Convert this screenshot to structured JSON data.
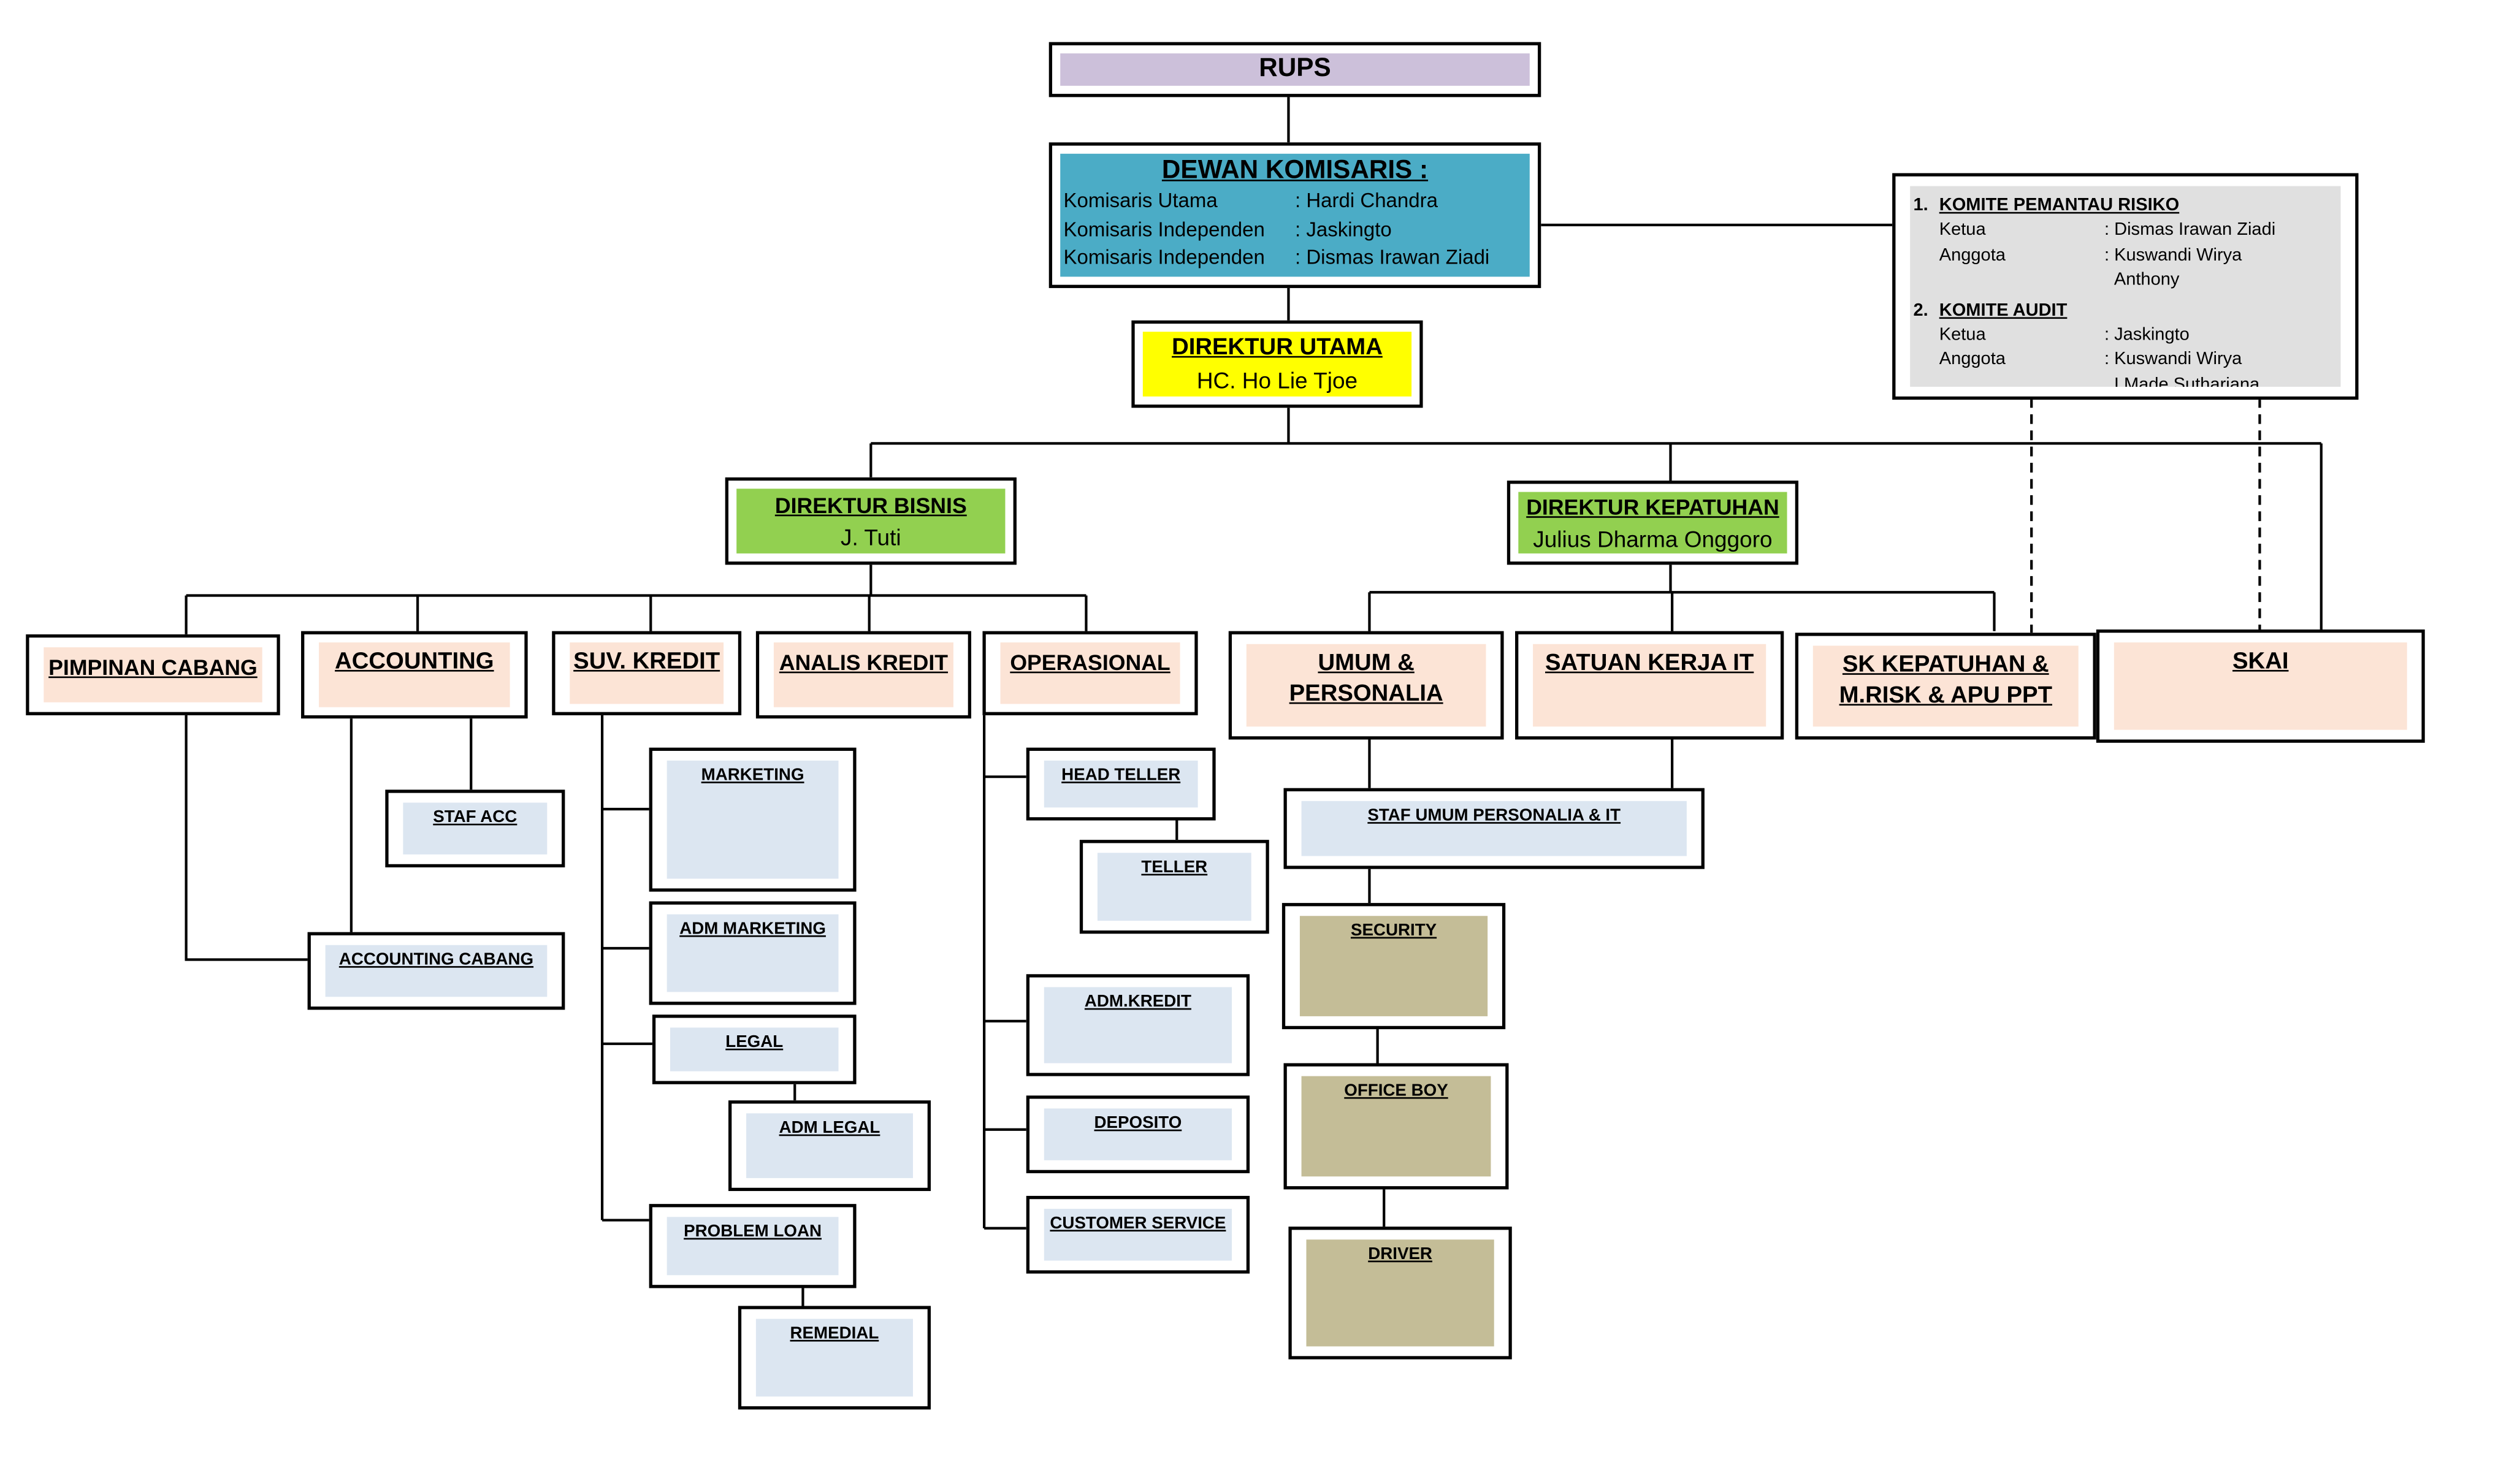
{
  "rups": "RUPS",
  "dewan_komisaris": {
    "title": "DEWAN KOMISARIS :",
    "members": [
      {
        "role": "Komisaris Utama",
        "name": ": Hardi Chandra"
      },
      {
        "role": "Komisaris Independen",
        "name": ": Jaskingto"
      },
      {
        "role": "Komisaris Independen",
        "name": ": Dismas Irawan Ziadi"
      }
    ]
  },
  "committees": [
    {
      "number": "1.",
      "title": "KOMITE PEMANTAU RISIKO",
      "rows": [
        {
          "role": "Ketua",
          "name": ": Dismas Irawan Ziadi"
        },
        {
          "role": "Anggota",
          "name": ": Kuswandi Wirya"
        },
        {
          "role": "",
          "name": "Anthony"
        }
      ]
    },
    {
      "number": "2.",
      "title": "KOMITE AUDIT",
      "rows": [
        {
          "role": "Ketua",
          "name": ": Jaskingto"
        },
        {
          "role": "Anggota",
          "name": ": Kuswandi Wirya"
        },
        {
          "role": "",
          "name": "I Made Sutharjana"
        }
      ]
    }
  ],
  "direktur_utama": {
    "title": "DIREKTUR UTAMA",
    "name": "HC. Ho Lie Tjoe"
  },
  "direktur_bisnis": {
    "title": "DIREKTUR BISNIS",
    "name": "J. Tuti"
  },
  "direktur_kepatuhan": {
    "title": "DIREKTUR KEPATUHAN",
    "name": "Julius Dharma Onggoro"
  },
  "units": {
    "pimpinan_cabang": "PIMPINAN CABANG",
    "accounting": "ACCOUNTING",
    "suv_kredit": "SUV. KREDIT",
    "analis_kredit": "ANALIS KREDIT",
    "operasional": "OPERASIONAL",
    "umum_personalia": "UMUM & PERSONALIA",
    "satuan_kerja_it": "SATUAN KERJA IT",
    "sk_kepatuhan": "SK KEPATUHAN & M.RISK & APU PPT",
    "skai": "SKAI"
  },
  "staff": {
    "staf_acc": "STAF ACC",
    "accounting_cabang": "ACCOUNTING CABANG",
    "marketing": "MARKETING",
    "adm_marketing": "ADM MARKETING",
    "legal": "LEGAL",
    "adm_legal": "ADM LEGAL",
    "problem_loan": "PROBLEM LOAN",
    "remedial": "REMEDIAL",
    "head_teller": "HEAD TELLER",
    "teller": "TELLER",
    "adm_kredit": "ADM.KREDIT",
    "deposito": "DEPOSITO",
    "customer_service": "CUSTOMER SERVICE",
    "staf_umum_personalia_it": "STAF UMUM PERSONALIA & IT",
    "security": "SECURITY",
    "office_boy": "OFFICE BOY",
    "driver": "DRIVER"
  },
  "colors": {
    "rups": "#ccc0da",
    "dewan_komisaris": "#4bacc6",
    "direktur_utama": "#ffff00",
    "direktur": "#92d050",
    "unit": "#fce4d6",
    "staff": "#dce6f1",
    "support_staff": "#c4bd97",
    "committee": "#e0e0e0"
  }
}
